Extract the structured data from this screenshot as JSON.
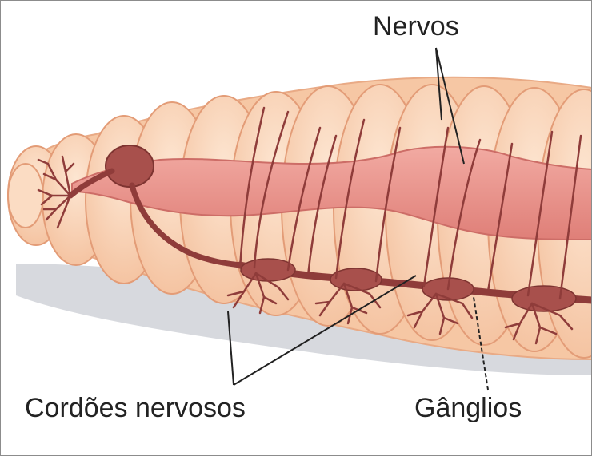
{
  "labels": {
    "nerves": "Nervos",
    "nerve_cords": "Cordões nervosos",
    "ganglia": "Gânglios"
  },
  "colors": {
    "body_fill": "#f8cfae",
    "body_outline": "#e9aa85",
    "shadow": "#c9ccd3",
    "gut": "#e98f88",
    "gut_outline": "#cd6d67",
    "nerve": "#8f3c3a",
    "ganglion": "#a8504c",
    "leader_line": "#222222",
    "text": "#222222"
  }
}
